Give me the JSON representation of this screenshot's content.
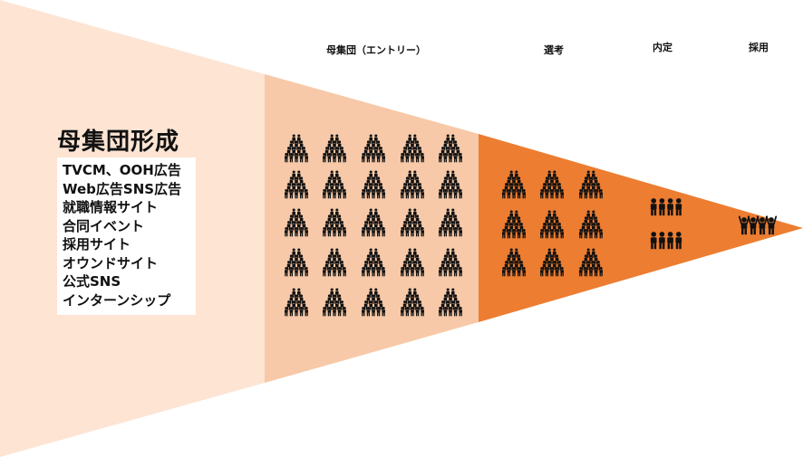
{
  "diagram": {
    "title": "母集団形成",
    "channels": [
      "TVCM、OOH広告",
      "Web広告SNS広告",
      "就職情報サイト",
      "合同イベント",
      "採用サイト",
      "オウンドサイト",
      "公式SNS",
      "インターンシップ"
    ],
    "stages": [
      {
        "label": "母集団（エントリー）",
        "icon": "people-pyramid-icon",
        "color": "#f7c9a8"
      },
      {
        "label": "選考",
        "icon": "people-pyramid-icon",
        "color": "#ed7d31"
      },
      {
        "label": "内定",
        "icon": "person-group-icon",
        "color": "#ed7d31"
      },
      {
        "label": "採用",
        "icon": "cheering-group-icon",
        "color": "#ed7d31"
      }
    ],
    "colors": {
      "funnel_outer": "#fde4d3",
      "funnel_entry": "#f7c9a8",
      "funnel_inner": "#ed7d31",
      "icon": "#111111"
    }
  }
}
